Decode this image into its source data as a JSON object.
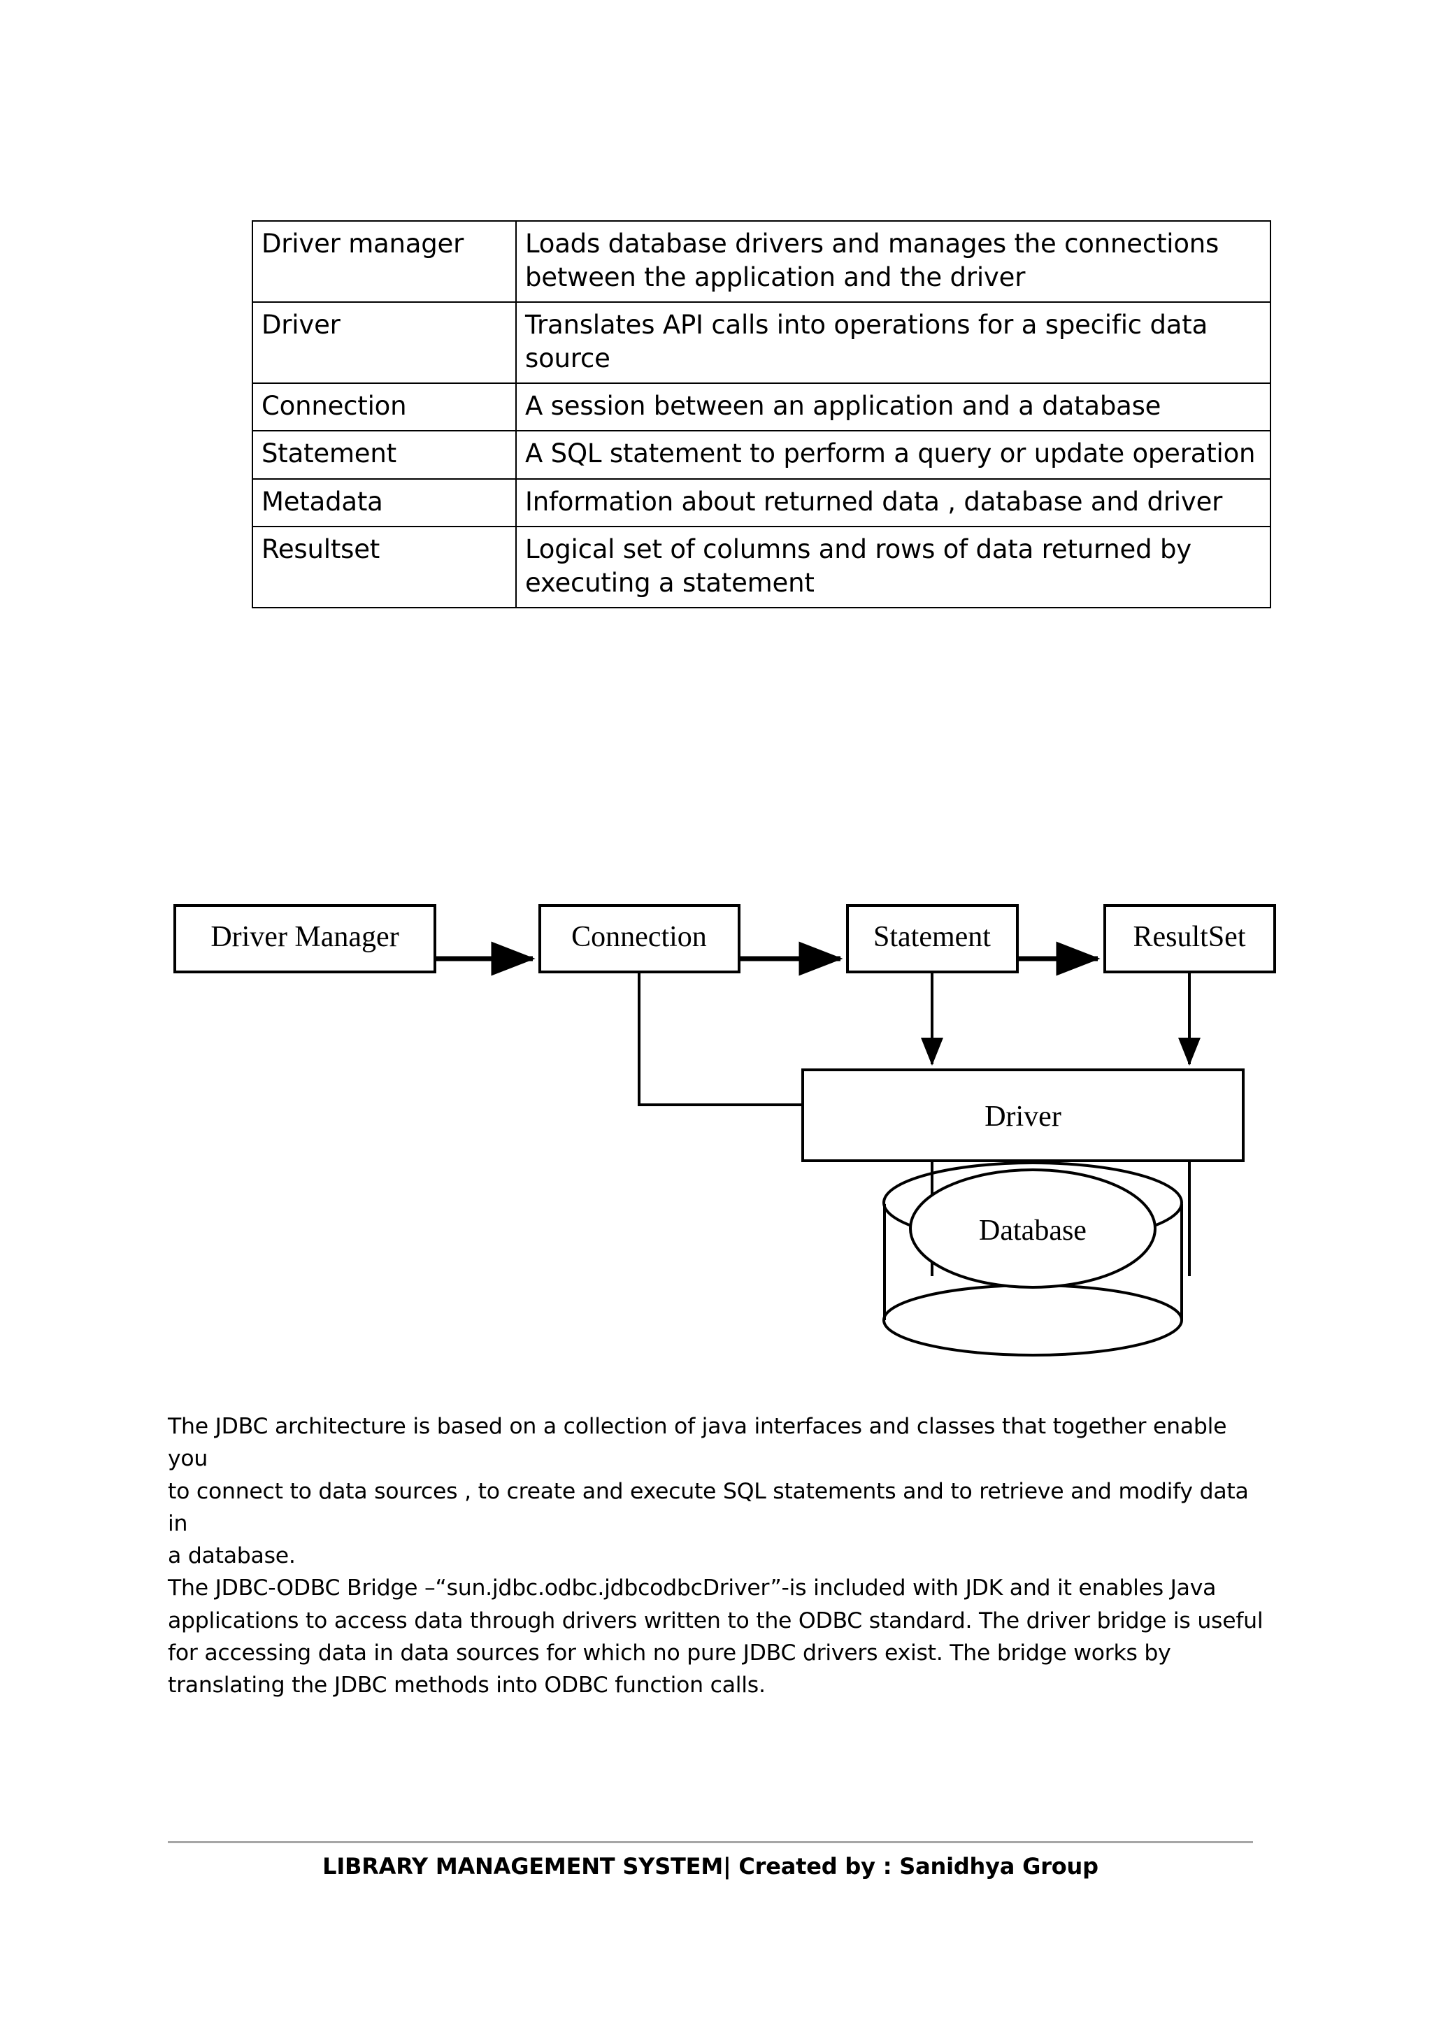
{
  "table": {
    "rows": [
      {
        "term": "Driver manager",
        "description": "Loads database drivers and manages the connections between the application and the driver"
      },
      {
        "term": "Driver",
        "description": "Translates API calls into operations for a specific data source"
      },
      {
        "term": "Connection",
        "description": "A session between an application and a database"
      },
      {
        "term": "Statement",
        "description": "A SQL statement to perform a query or update operation"
      },
      {
        "term": "Metadata",
        "description": "Information about returned data , database and driver"
      },
      {
        "term": "Resultset",
        "description": "Logical set of columns and rows of data returned by executing a statement"
      }
    ]
  },
  "diagram": {
    "nodes": {
      "driver_manager": "Driver Manager",
      "connection": "Connection",
      "statement": "Statement",
      "resultset": "ResultSet",
      "driver": "Driver",
      "database": "Database"
    }
  },
  "body": {
    "paragraph1_line1": "The JDBC architecture is based on a collection of java interfaces and classes that together enable you",
    "paragraph1_line2": "to connect to data sources , to create and execute SQL statements and to retrieve and modify data in",
    "paragraph1_line3": "a database.",
    "paragraph2_line1": "The JDBC-ODBC Bridge –“sun.jdbc.odbc.jdbcodbcDriver”-is included with JDK and it enables Java",
    "paragraph2_line2": "applications to access data through drivers written to the ODBC standard. The driver bridge is useful",
    "paragraph2_line3": "for accessing data in data sources for which no pure JDBC drivers exist. The bridge works by",
    "paragraph2_line4": "translating the JDBC methods into ODBC function calls."
  },
  "footer": {
    "text": "LIBRARY MANAGEMENT SYSTEM| Created by :  Sanidhya Group"
  }
}
